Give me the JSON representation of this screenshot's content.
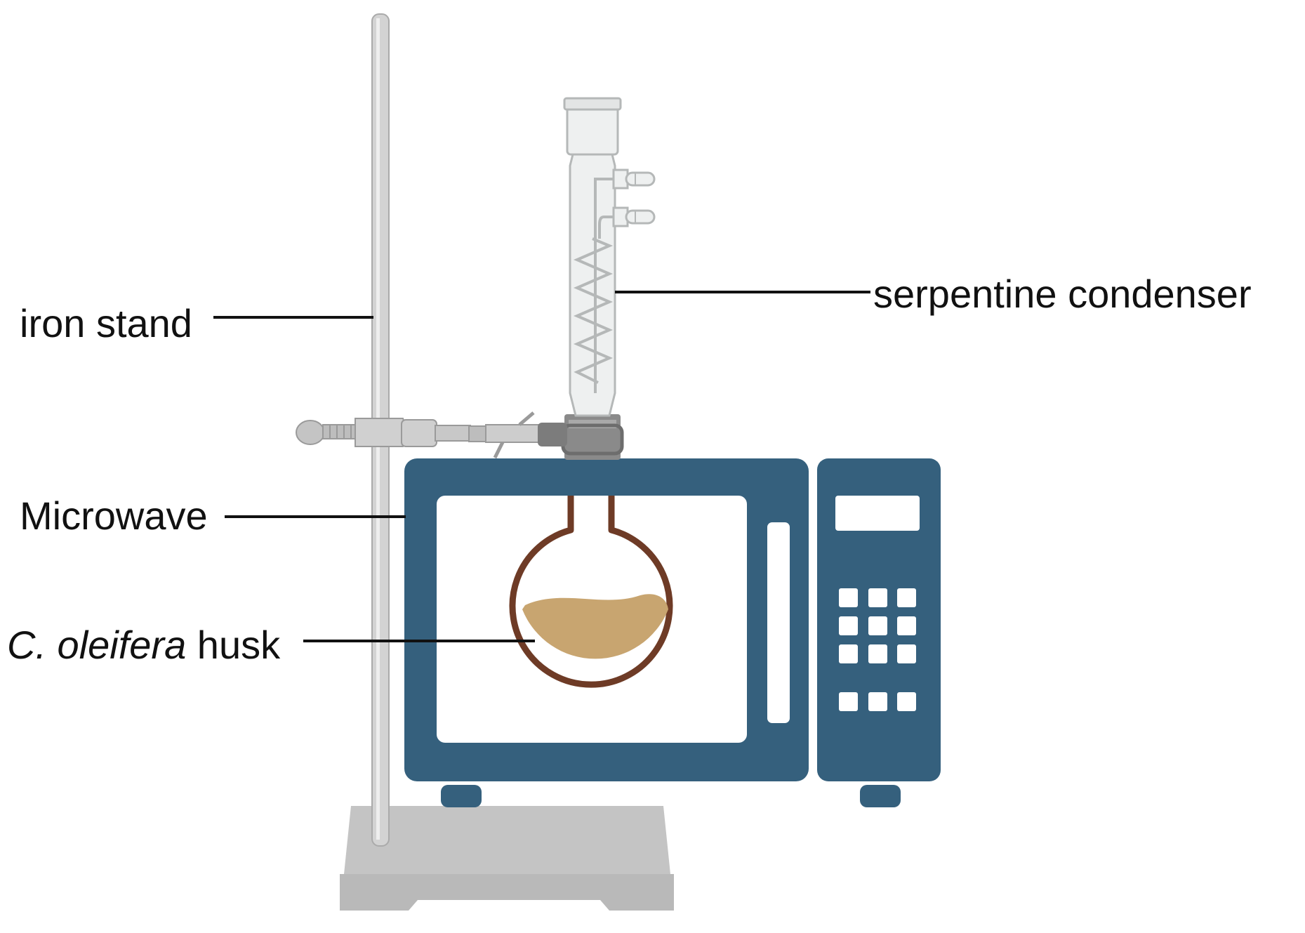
{
  "labels": {
    "iron_stand": "iron stand",
    "microwave": "Microwave",
    "husk_species": "C. oleifera",
    "husk_word": "husk",
    "condenser": "serpentine condenser"
  },
  "colors": {
    "microwave_body": "#35607d",
    "microwave_window": "#ffffff",
    "stand_base": "#c8c8c8",
    "stand_rod": "#d0d0d0",
    "flask_outline": "#6e3b26",
    "husk_fill": "#c8a570",
    "condenser_glass": "#eef0f0",
    "condenser_outline": "#b5b8b8",
    "clamp": "#bdbdbd",
    "leader_line": "#111111"
  }
}
